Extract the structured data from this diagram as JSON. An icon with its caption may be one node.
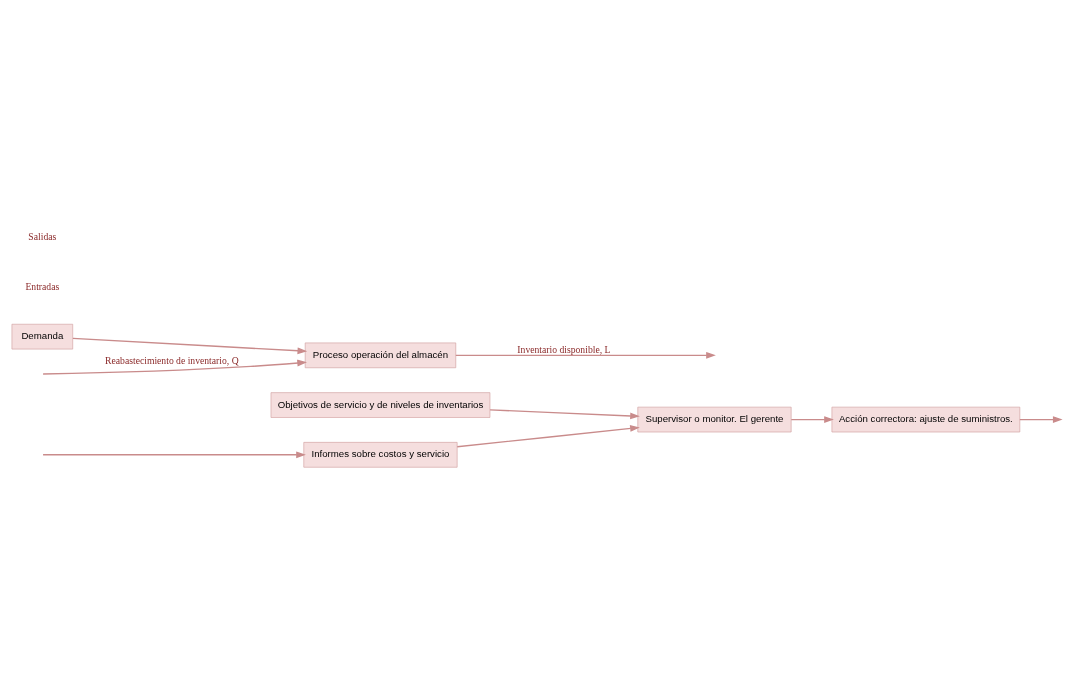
{
  "diagram": {
    "nodes": [
      {
        "text": [
          "Objetivos de servicio y de niveles de inventarios"
        ]
      },
      {
        "text": [
          "Acción correctora: ajuste de suministros."
        ]
      },
      {
        "text": [
          "Supervisor o monitor. El gerente"
        ]
      },
      {
        "text": [
          "Informes sobre costos y servicio"
        ]
      },
      {
        "text": [
          "Proceso operación del almacén"
        ]
      },
      {
        "text": [
          "Demanda"
        ]
      }
    ],
    "edges": [
      {
        "from": 0,
        "to": 2,
        "arrow": "to"
      },
      {
        "from": 2,
        "to": 1,
        "arrow": "to"
      },
      {
        "from": 3,
        "to": 2,
        "arrow": "to"
      },
      {
        "from": 1,
        "to": null,
        "arrow": "to"
      },
      {
        "from": null,
        "to": 4,
        "arrow": "to",
        "label": "Reabastecimiento de inventario, Q"
      },
      {
        "from": 4,
        "to": null,
        "arrow": "to",
        "label": "Inventario disponible, L"
      },
      {
        "from": null,
        "to": 3,
        "arrow": "to"
      },
      {
        "from": 5,
        "to": 4,
        "arrow": "to"
      }
    ],
    "labels": [
      "Entradas",
      "Salidas"
    ]
  }
}
